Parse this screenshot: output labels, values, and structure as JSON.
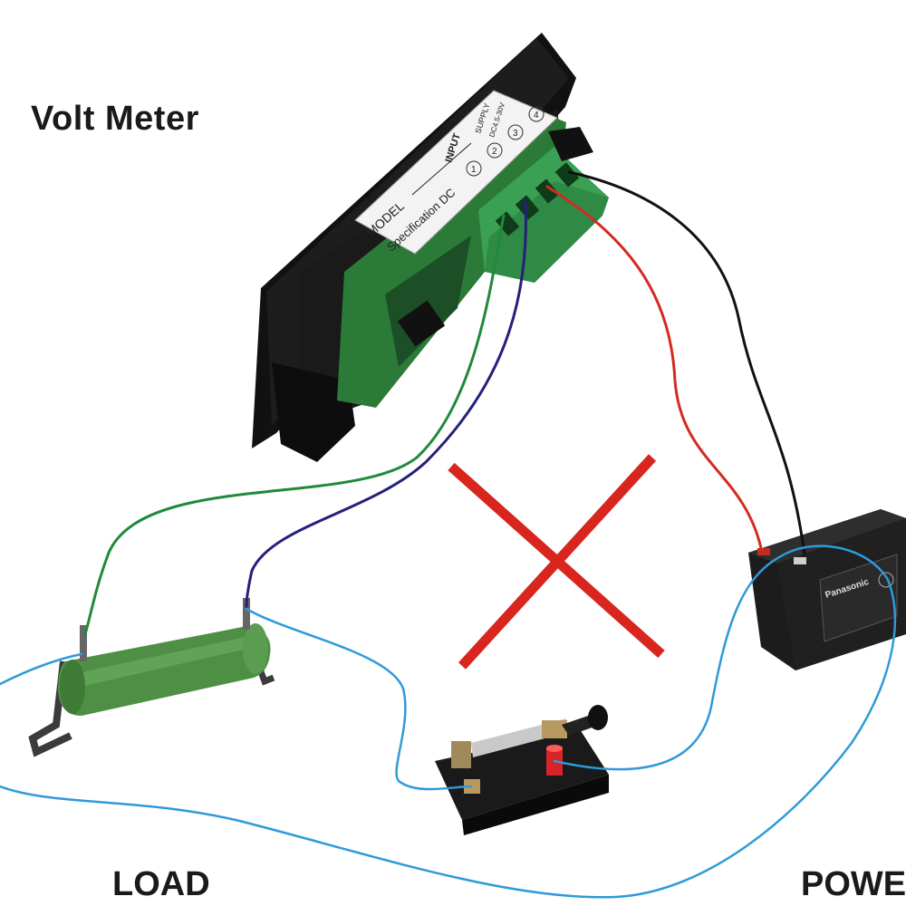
{
  "labels": {
    "title": "Volt Meter",
    "load": "LOAD",
    "power": "POWER"
  },
  "meter_sticker": {
    "model": "MODEL",
    "spec": "Specification DC",
    "input": "INPUT",
    "supply": "SUPPLY",
    "supply_range": "DC4.5-30V",
    "pins": [
      "1",
      "2",
      "3",
      "4"
    ]
  },
  "battery": {
    "brand": "Panasonic"
  },
  "wire_colors": {
    "green": "#1f8a3a",
    "navy": "#25207a",
    "red": "#d42a22",
    "black": "#111111",
    "blue": "#2f9ad8"
  },
  "cross_mark": {
    "meaning": "incorrect wiring",
    "color": "#d8261f"
  }
}
